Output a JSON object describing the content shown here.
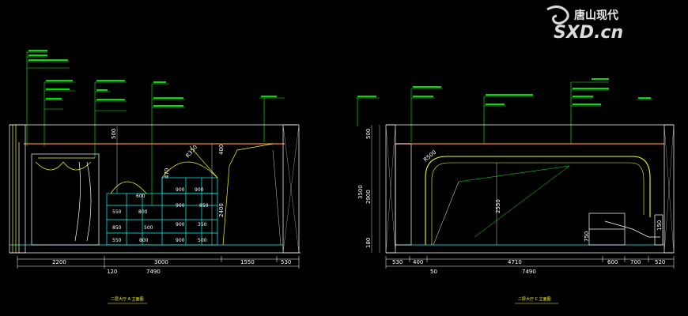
{
  "watermark": {
    "brand_cn": "唐山现代",
    "brand_en": "SXD.cn"
  },
  "elevation_a": {
    "title": "二层大厅 A 立面图",
    "dims_bottom": [
      "2200",
      "3000",
      "1550",
      "530"
    ],
    "dim_total": "7490",
    "dim_sub": "120",
    "dims_vertical": [
      "500",
      "400",
      "2400"
    ],
    "angle_labels": [
      "R350",
      "470"
    ],
    "shelf_cells": [
      "900",
      "900",
      "550",
      "800",
      "900",
      "850",
      "500",
      "900",
      "850",
      "550",
      "800",
      "900",
      "600",
      "500",
      "350"
    ]
  },
  "elevation_c": {
    "title": "二层大厅 C 立面图",
    "dims_bottom": [
      "530",
      "400",
      "4710",
      "600",
      "700",
      "520"
    ],
    "dim_total": "7490",
    "dim_sub": "50",
    "dims_vertical": [
      "500",
      "2900",
      "3500",
      "180",
      "2550",
      "750",
      "150"
    ],
    "angle_labels": [
      "R500"
    ]
  }
}
